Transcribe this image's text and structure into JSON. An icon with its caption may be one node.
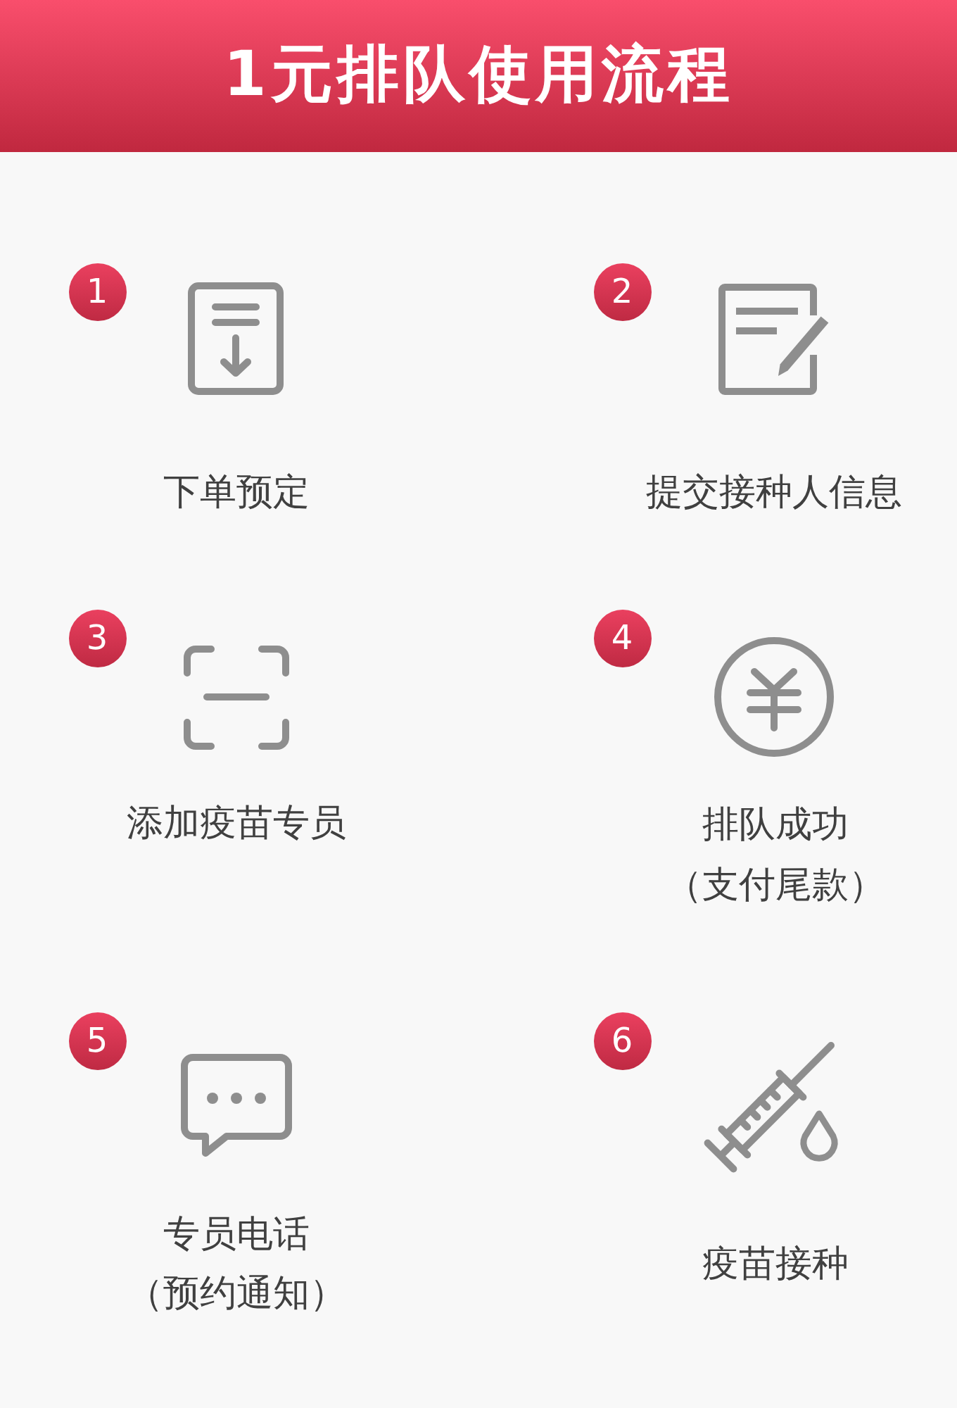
{
  "diagram": {
    "title": "1元排队使用流程",
    "nodes": [
      {
        "text": [
          "1"
        ]
      },
      {
        "text": [
          "2"
        ]
      },
      {
        "text": [
          "3"
        ]
      },
      {
        "text": [
          "4"
        ]
      },
      {
        "text": [
          "5"
        ]
      },
      {
        "text": [
          "6"
        ]
      }
    ],
    "labels": [
      "下单预定",
      "提交接种人信息",
      "添加疫苗专员",
      "排队成功",
      "（支付尾款）",
      "专员电话",
      "（预约通知）",
      "疫苗接种"
    ]
  }
}
